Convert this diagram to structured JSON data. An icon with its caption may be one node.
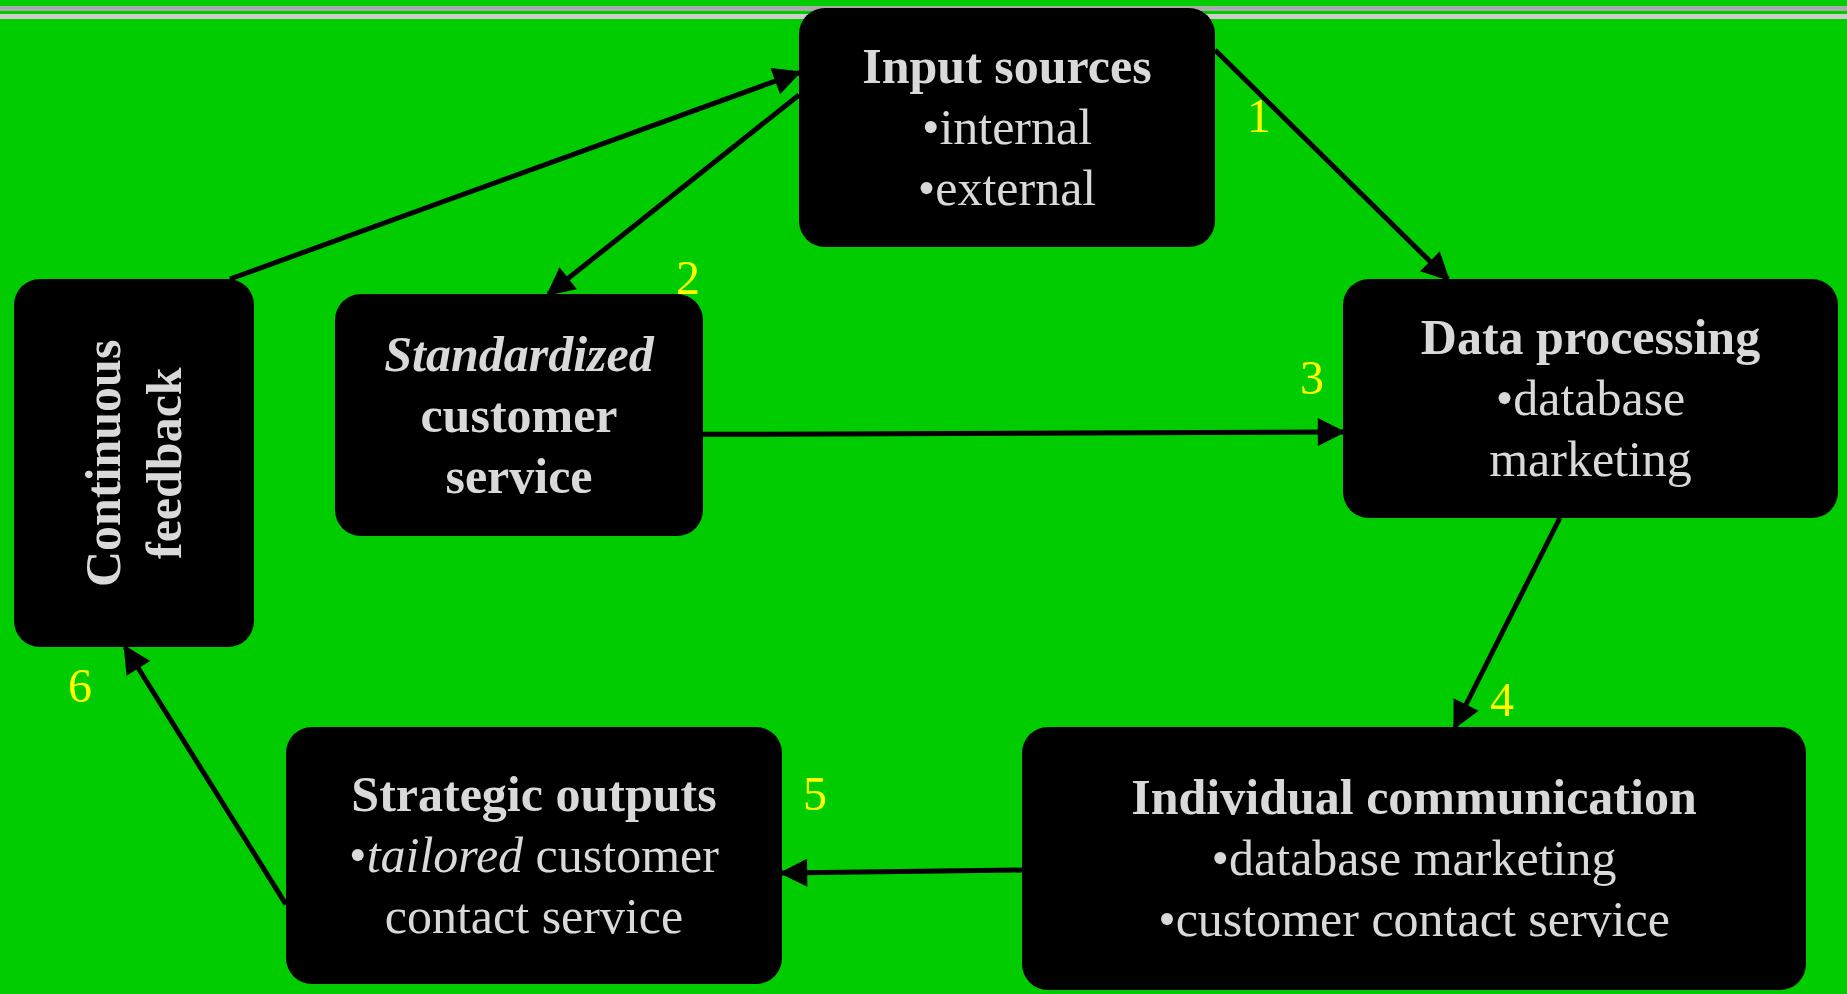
{
  "diagram": {
    "nodes": [
      {
        "text": [
          "Input sources",
          "•internal",
          "•external"
        ],
        "beside": [
          "1"
        ]
      },
      {
        "text": [
          "*Standardized* customer service"
        ],
        "beside": [
          "2"
        ]
      },
      {
        "text": [
          "Data processing",
          "•database marketing"
        ],
        "beside": [
          "3"
        ]
      },
      {
        "text": [
          "Individual communication",
          "•database marketing",
          "•customer contact service"
        ],
        "beside": [
          "4"
        ]
      },
      {
        "text": [
          "Strategic outputs",
          "•*tailored* customer contact service"
        ],
        "beside": [
          "5"
        ]
      },
      {
        "text": [
          "Continuous feedback"
        ],
        "beside": [
          "6"
        ]
      }
    ],
    "edges": [
      {
        "from": 5,
        "to": 0,
        "arrow": "to"
      },
      {
        "from": 0,
        "to": 1,
        "arrow": "to"
      },
      {
        "from": 0,
        "to": 2,
        "arrow": "to"
      },
      {
        "from": 1,
        "to": 2,
        "arrow": "to"
      },
      {
        "from": 2,
        "to": 3,
        "arrow": "to"
      },
      {
        "from": 3,
        "to": 4,
        "arrow": "to"
      },
      {
        "from": 4,
        "to": 5,
        "arrow": "to"
      }
    ]
  }
}
